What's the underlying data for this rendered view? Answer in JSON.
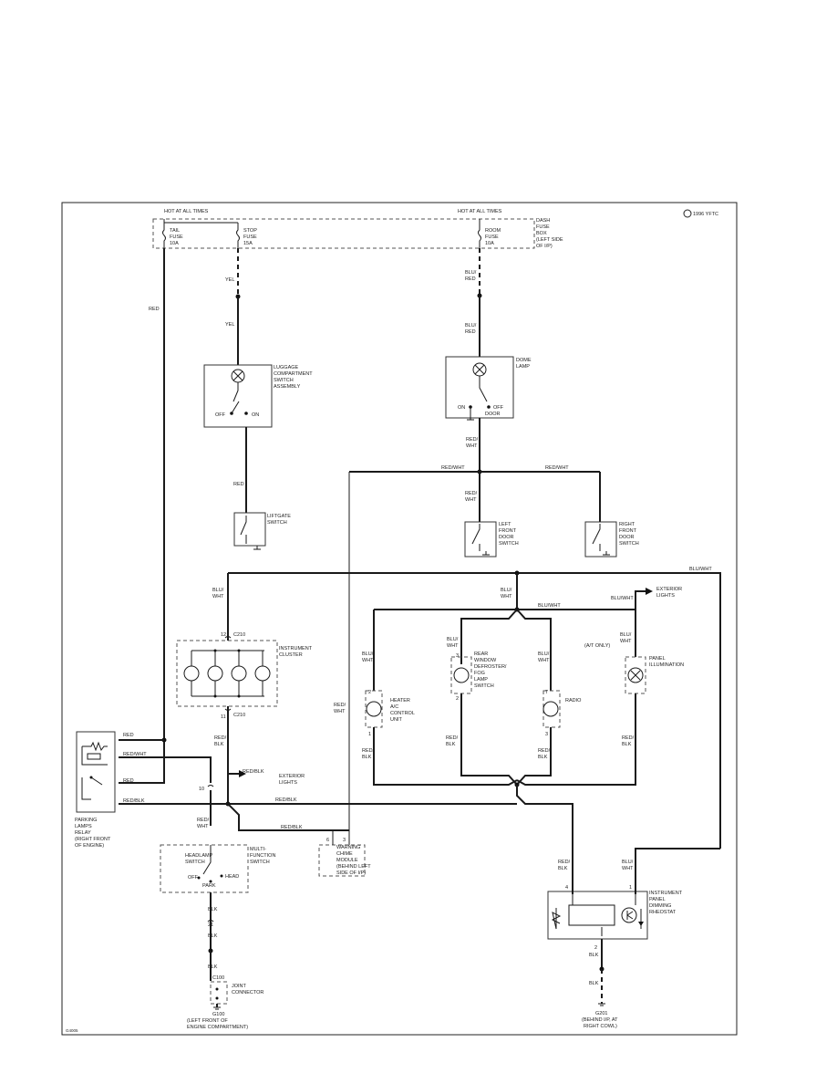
{
  "header": {
    "hot_left": "HOT AT ALL TIMES",
    "hot_right": "HOT AT ALL TIMES",
    "copyright": "1996 YFTC",
    "figure_code": "G4005"
  },
  "fuses": {
    "tail": [
      "TAIL",
      "FUSE",
      "10A"
    ],
    "stop": [
      "STOP",
      "FUSE",
      "15A"
    ],
    "room": [
      "ROOM",
      "FUSE",
      "10A"
    ],
    "box": [
      "DASH",
      "FUSE",
      "BOX",
      "(LEFT SIDE",
      "OF I/P)"
    ]
  },
  "wires": {
    "red": "RED",
    "yel": "YEL",
    "blu_red": [
      "BLU/",
      "RED"
    ],
    "red_wht": [
      "RED/",
      "WHT"
    ],
    "red_wht_inline": "RED/WHT",
    "blu_wht": [
      "BLU/",
      "WHT"
    ],
    "blu_wht_inline": "BLU/WHT",
    "red_blk": [
      "RED/",
      "BLK"
    ],
    "red_blk_inline": "RED/BLK",
    "blk": "BLK"
  },
  "components": {
    "luggage": [
      "LUGGAGE",
      "COMPARTMENT",
      "SWITCH",
      "ASSEMBLY"
    ],
    "luggage_off": "OFF",
    "luggage_on": "ON",
    "liftgate": [
      "LIFTGATE",
      "SWITCH"
    ],
    "dome": [
      "DOME",
      "LAMP"
    ],
    "dome_on": "ON",
    "dome_off": "OFF",
    "dome_door": "DOOR",
    "left_door": [
      "LEFT",
      "FRONT",
      "DOOR",
      "SWITCH"
    ],
    "right_door": [
      "RIGHT",
      "FRONT",
      "DOOR",
      "SWITCH"
    ],
    "exterior_top": [
      "EXTERIOR",
      "LIGHTS"
    ],
    "exterior_mid": [
      "EXTERIOR",
      "LIGHTS"
    ],
    "cluster": [
      "INSTRUMENT",
      "CLUSTER"
    ],
    "heater": [
      "HEATER",
      "A/C",
      "CONTROL",
      "UNIT"
    ],
    "rear_defog": [
      "REAR",
      "WINDOW",
      "DEFROSTER/",
      "FOG",
      "LAMP",
      "SWITCH"
    ],
    "radio": "RADIO",
    "panel_illum": [
      "PANEL",
      "ILLUMINATION"
    ],
    "at_only": "(A/T ONLY)",
    "parking_relay": [
      "PARKING",
      "LAMPS",
      "RELAY",
      "(RIGHT FRONT",
      "OF ENGINE)"
    ],
    "headlamp": [
      "HEADLAMP",
      "SWITCH"
    ],
    "multifunction": [
      "MULTI-",
      "FUNCTION",
      "SWITCH"
    ],
    "hl_off": "OFF",
    "hl_park": "PARK",
    "hl_head": "HEAD",
    "chime": [
      "WARNING",
      "CHIME",
      "MODULE",
      "(BEHIND LEFT",
      "SIDE OF I/P)"
    ],
    "dimming": [
      "INSTRUMENT",
      "PANEL",
      "DIMMING",
      "RHEOSTAT"
    ],
    "joint": [
      "JOINT",
      "CONNECTOR"
    ],
    "g100": [
      "G100",
      "(LEFT FRONT OF",
      "ENGINE COMPARTMENT)"
    ],
    "g201": [
      "G201",
      "(BEHIND I/P, AT",
      "RIGHT COWL)"
    ]
  },
  "connectors": {
    "c210_top": "C210",
    "c210_bot": "C210",
    "c100": "C100",
    "pin12": "12",
    "pin11": "11",
    "pin10": "10",
    "pin21": "21",
    "pin_heater_top": "2",
    "pin_heater_bot": "1",
    "pin_rear_top": "3",
    "pin_rear_bot": "2",
    "pin_radio_top": "7",
    "pin_radio_bot": "3",
    "pin_chime_a": "6",
    "pin_chime_b": "3",
    "pin_dim_4": "4",
    "pin_dim_1": "1",
    "pin_dim_2": "2"
  }
}
